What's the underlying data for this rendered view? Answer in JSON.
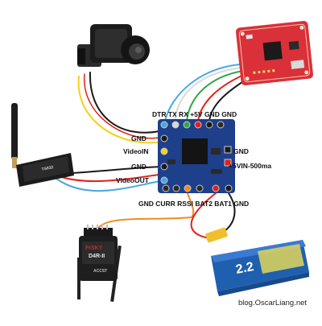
{
  "board_labels": {
    "top_row": "DTR TX RX +5V GND GND",
    "left_gnd_top": "GND",
    "left_video_in": "VideoIN",
    "left_gnd_bottom": "GND",
    "left_video_out": "VideoOUT",
    "right_gnd": "GND",
    "right_power": "+5VIN-500ma",
    "bottom_row": "GND CURR RSSI BAT2 BAT1 GND"
  },
  "receiver": {
    "brand": "FrSKY",
    "model": "D4R-II",
    "cert": "ACCST"
  },
  "battery": {
    "label": "2.2"
  },
  "transmitter": {
    "label": "TS832"
  },
  "credit": "blog.OscarLiang.net",
  "colors": {
    "wire_orange": "#f08a24",
    "wire_yellow": "#f2d21b",
    "wire_blue": "#4aa8e0",
    "wire_green": "#2ea84a",
    "wire_red": "#e0201b",
    "wire_black": "#1a1a1a",
    "wire_white": "#d9d9d9",
    "board": "#1e3f8a",
    "fc_board": "#d9303a",
    "battery_blue": "#1f5fb0"
  }
}
